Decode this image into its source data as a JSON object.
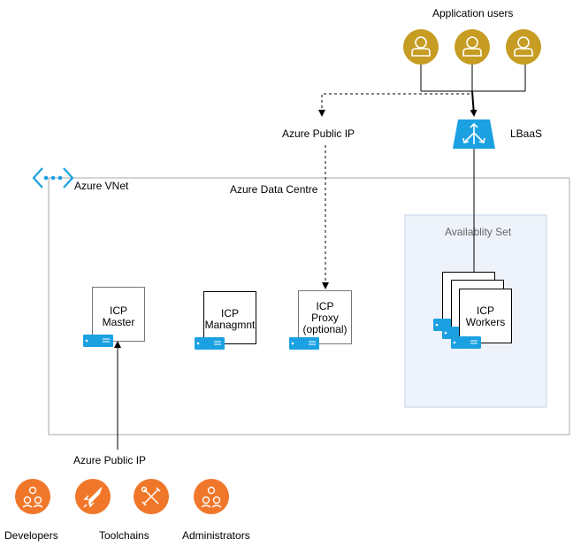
{
  "labels": {
    "application_users": "Application users",
    "azure_public_ip_top": "Azure Public IP",
    "lbaas": "LBaaS",
    "azure_vnet": "Azure VNet",
    "azure_data_centre": "Azure Data Centre",
    "availability_set": "Availablity Set",
    "azure_public_ip_bottom": "Azure Public IP",
    "developers": "Developers",
    "toolchains": "Toolchains",
    "administrators": "Administrators"
  },
  "nodes": {
    "icp_master": {
      "line1": "ICP",
      "line2": "Master"
    },
    "icp_management": {
      "line1": "ICP",
      "line2": "Managmnt"
    },
    "icp_proxy": {
      "line1": "ICP",
      "line2": "Proxy",
      "line3": "(optional)"
    },
    "icp_workers": {
      "line1": "ICP",
      "line2": "Workers"
    }
  },
  "colors": {
    "user_gold": "#C69C22",
    "orange": "#F0772A",
    "azure_blue": "#1BA1E2",
    "availability_fill": "#EEF2FA",
    "availability_border": "#D6DFF0",
    "vnet_border": "#AAAAAA"
  },
  "icons": {
    "user": "user-icon",
    "load_balancer": "load-balancer-icon",
    "vnet": "vnet-icon",
    "server": "server-icon",
    "group": "group-icon",
    "rocket": "rocket-icon",
    "tools": "tools-icon"
  }
}
